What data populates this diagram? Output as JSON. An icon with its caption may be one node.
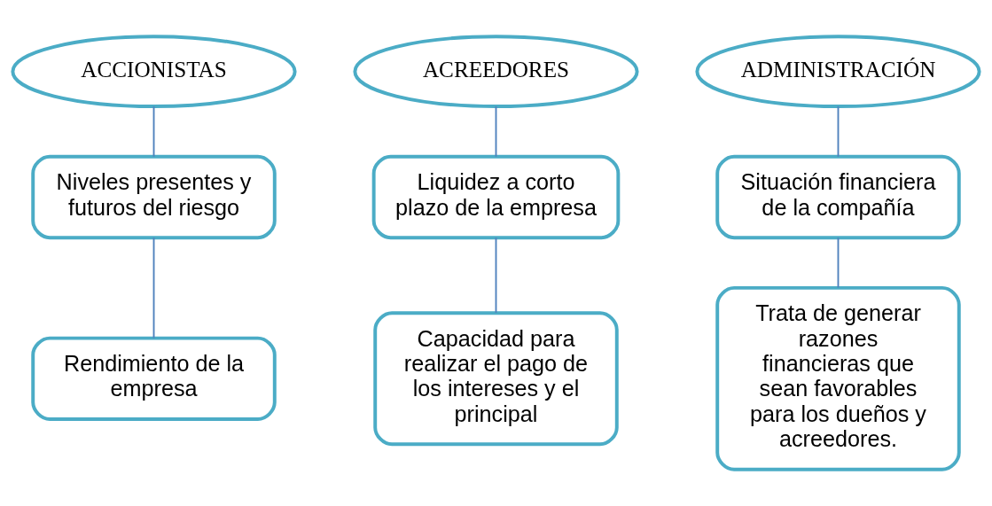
{
  "diagram": {
    "nodes": [
      {
        "text": [
          "ACCIONISTAS"
        ]
      },
      {
        "text": [
          "ACREEDORES"
        ]
      },
      {
        "text": [
          "ADMINISTRACIÓN"
        ]
      },
      {
        "text": [
          "Niveles presentes y futuros del riesgo"
        ]
      },
      {
        "text": [
          "Liquidez a corto plazo de la empresa"
        ]
      },
      {
        "text": [
          "Situación financiera de la compañía"
        ]
      },
      {
        "text": [
          "Rendimiento de la empresa"
        ]
      },
      {
        "text": [
          "Capacidad para realizar el pago de los intereses y el principal"
        ]
      },
      {
        "text": [
          "Trata de generar razones financieras que sean favorables para los dueños y acreedores."
        ]
      }
    ],
    "edges": [
      {
        "from": 0,
        "to": 3,
        "arrow": "none"
      },
      {
        "from": 3,
        "to": 6,
        "arrow": "none"
      },
      {
        "from": 1,
        "to": 4,
        "arrow": "none"
      },
      {
        "from": 4,
        "to": 7,
        "arrow": "none"
      },
      {
        "from": 2,
        "to": 5,
        "arrow": "none"
      },
      {
        "from": 5,
        "to": 8,
        "arrow": "none"
      }
    ]
  }
}
